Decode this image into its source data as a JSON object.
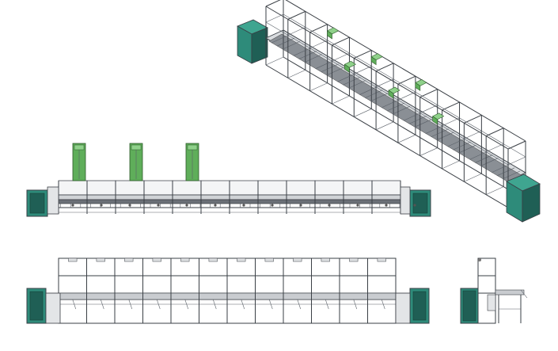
{
  "colors": {
    "cabinet_teal": "#2e8b7a",
    "cabinet_dark": "#1f5f55",
    "module_green": "#5fae5a",
    "frame_gray": "#3a3f45",
    "background": "#ffffff"
  },
  "views": {
    "isometric": {
      "bays": 11,
      "modules": 6
    },
    "front": {
      "bays": 12,
      "modules": 3
    },
    "top": {
      "bays": 12
    },
    "side": {
      "bays": 1
    }
  }
}
